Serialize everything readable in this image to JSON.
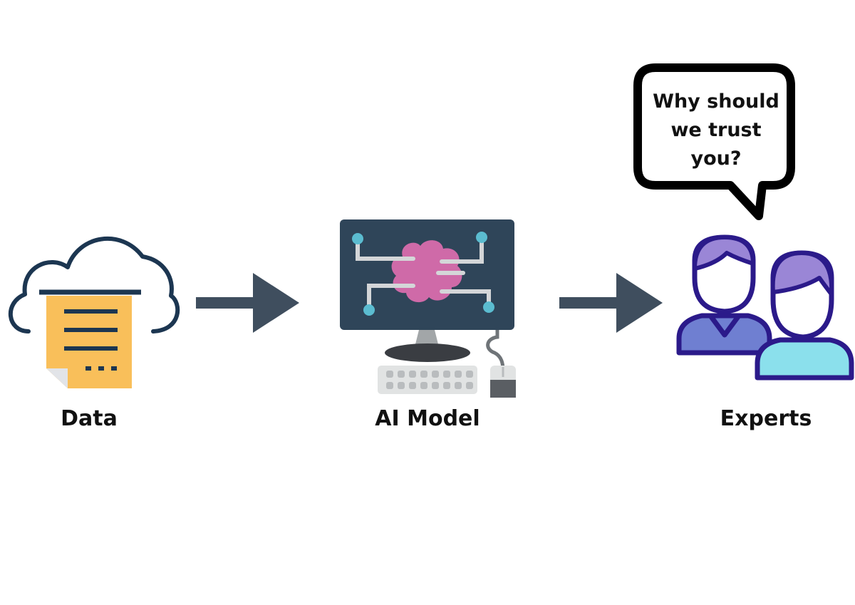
{
  "labels": {
    "data": "Data",
    "ai_model": "AI Model",
    "experts": "Experts"
  },
  "speech_bubble": {
    "lines": [
      "Why should",
      "we trust",
      "you?"
    ]
  },
  "colors": {
    "arrow": "#3f4e5e",
    "cloud_outline": "#1c3651",
    "document": "#f9bf5a",
    "monitor": "#2f4559",
    "brain": "#cf6aa8",
    "circuit_node": "#5bbcd0",
    "expert_outline": "#2b1a8a",
    "expert_hair": "#9a86d6",
    "expert_left_shirt": "#6f7fd1",
    "expert_right_shirt": "#8be0ec"
  },
  "icons": {
    "data": "cloud-document-icon",
    "ai_model": "computer-brain-icon",
    "experts": "two-people-icon"
  }
}
